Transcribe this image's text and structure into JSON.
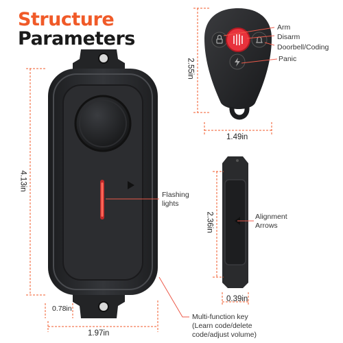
{
  "heading": {
    "line1": "Structure",
    "line2": "Parameters"
  },
  "colors": {
    "accent": "#f05a28",
    "device": "#2a2b2d",
    "leader": "#ec5a4a",
    "red_button": "#e8323c"
  },
  "dimensions": {
    "main_height": "4.13in",
    "main_width": "1.97in",
    "main_tab": "0.78in",
    "remote_height": "2.55in",
    "remote_width": "1.49in",
    "sensor_height": "2.36in",
    "sensor_width": "0.39in"
  },
  "remote_labels": {
    "arm": "Arm",
    "disarm": "Disarm",
    "doorbell": "Doorbell/Coding",
    "panic": "Panic"
  },
  "main_labels": {
    "flashing_1": "Flashing",
    "flashing_2": "lights",
    "multi_1": "Multi-function key",
    "multi_2": "(Learn code/delete",
    "multi_3": "code/adjust volume)"
  },
  "sensor_labels": {
    "alignment_1": "Alignment",
    "alignment_2": "Arrows"
  },
  "icons": [
    "lock-icon",
    "unlock-icon",
    "bell-icon",
    "lightning-icon",
    "arrow-left-icon"
  ]
}
